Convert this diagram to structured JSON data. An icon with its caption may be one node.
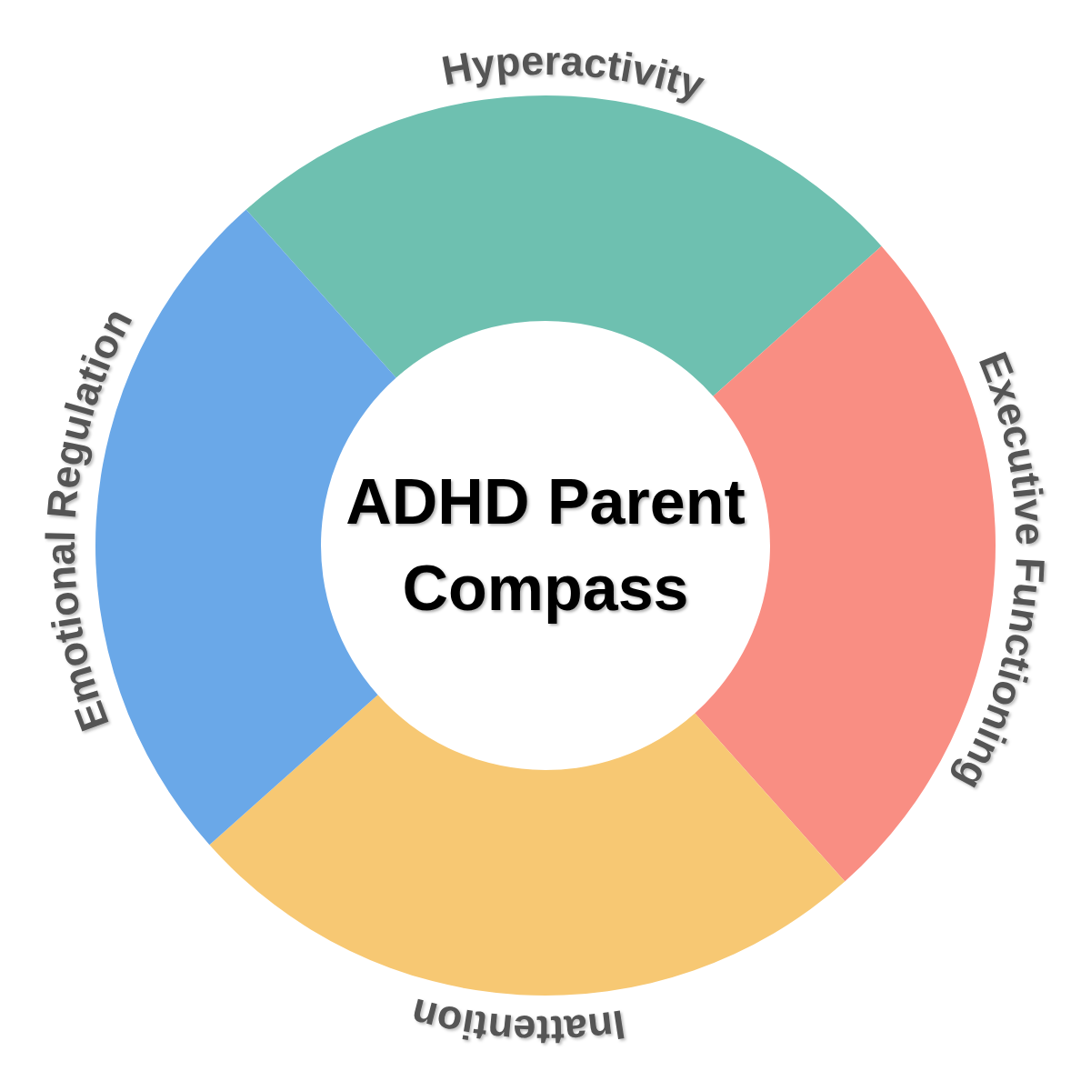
{
  "diagram": {
    "title": "ADHD Parent Compass",
    "nodes": [
      {
        "text": [
          "Hyperactivity"
        ]
      },
      {
        "text": [
          "Executive Functioning"
        ]
      },
      {
        "text": [
          "Inattention"
        ]
      },
      {
        "text": [
          "Emotional Regulation"
        ]
      }
    ]
  }
}
